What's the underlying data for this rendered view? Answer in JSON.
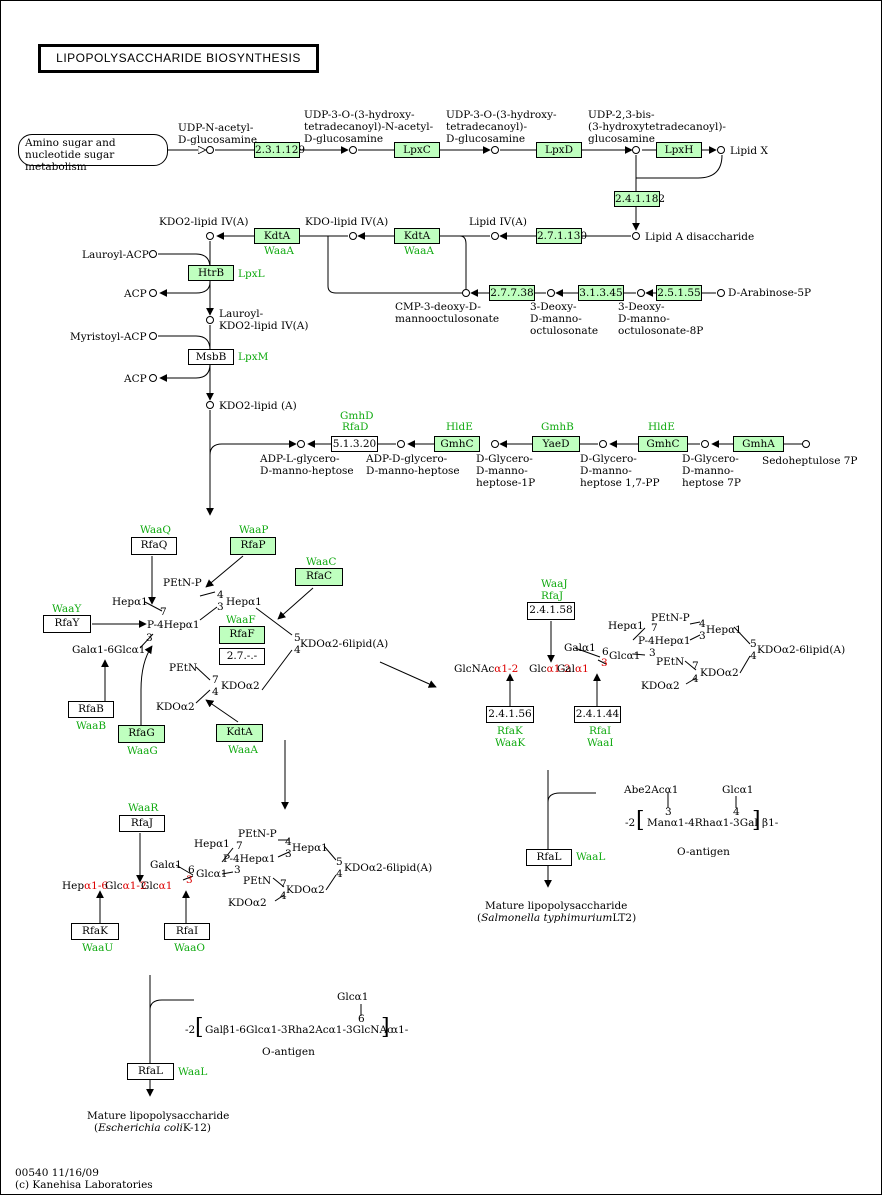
{
  "title": "LIPOPOLYSACCHARIDE  BIOSYNTHESIS",
  "link_map": {
    "line1": "Amino sugar and",
    "line2": "nucleotide sugar metabolism"
  },
  "compounds": {
    "udp_glcnac": [
      "UDP-N-acetyl-",
      "D-glucosamine"
    ],
    "udp_3o_acyl_glcnac": [
      "UDP-3-O-(3-hydroxy-",
      "tetradecanoyl)-N-acetyl-",
      "D-glucosamine"
    ],
    "udp_3o_acyl_glcn": [
      "UDP-3-O-(3-hydroxy-",
      "tetradecanoyl)-",
      "D-glucosamine"
    ],
    "udp_23_bis": [
      "UDP-2,3-bis-",
      "(3-hydroxytetradecanoyl)-",
      "glucosamine"
    ],
    "lipid_x": "Lipid X",
    "lipid_a_disaccharide": "Lipid A disaccharide",
    "lipid_iva": "Lipid IV(A)",
    "kdo_lipid_iva": "KDO-lipid IV(A)",
    "kdo2_lipid_iva": "KDO2-lipid IV(A)",
    "lauroyl_acp": "Lauroyl-ACP",
    "acp": "ACP",
    "lauroyl_kdo2": [
      "Lauroyl-",
      "KDO2-lipid IV(A)"
    ],
    "myristoyl_acp": "Myristoyl-ACP",
    "kdo2_lipid_a": "KDO2-lipid (A)",
    "cmp_kdo": [
      "CMP-3-deoxy-D-",
      "mannooctulosonate"
    ],
    "kdo": [
      "3-Deoxy-",
      "D-manno-",
      "octulosonate"
    ],
    "kdo_8p": [
      "3-Deoxy-",
      "D-manno-",
      "octulosonate-8P"
    ],
    "arabinose_5p": "D-Arabinose-5P",
    "adp_l_heptose": [
      "ADP-L-glycero-",
      "D-manno-heptose"
    ],
    "adp_d_heptose": [
      "ADP-D-glycero-",
      "D-manno-heptose"
    ],
    "heptose_1p": [
      "D-Glycero-",
      "D-manno-",
      "heptose-1P"
    ],
    "heptose_17pp": [
      "D-Glycero-",
      "D-manno-",
      "heptose 1,7-PP"
    ],
    "heptose_7p": [
      "D-Glycero-",
      "D-manno-",
      "heptose 7P"
    ],
    "sedoheptulose_7p": "Sedoheptulose 7P"
  },
  "enzymes": {
    "e_2_3_1_129": "2.3.1.129",
    "lpxc": "LpxC",
    "lpxd": "LpxD",
    "lpxh": "LpxH",
    "e_2_4_1_182": "2.4.1.182",
    "e_2_7_1_130": "2.7.1.130",
    "kdta1": "KdtA",
    "kdta2": "KdtA",
    "htrb": "HtrB",
    "msbb": "MsbB",
    "e_2_7_7_38": "2.7.7.38",
    "e_3_1_3_45": "3.1.3.45",
    "e_2_5_1_55": "2.5.1.55",
    "e_5_1_3_20": "5.1.3.20",
    "gmhc1": "GmhC",
    "yaed": "YaeD",
    "gmhc2": "GmhC",
    "gmha": "GmhA",
    "rfaq": "RfaQ",
    "rfap": "RfaP",
    "rfac": "RfaC",
    "rfay": "RfaY",
    "rfaf": "RfaF",
    "e_2_7_unk": "2.7.-.-",
    "rfab": "RfaB",
    "rfag": "RfaG",
    "kdta3": "KdtA",
    "e_2_4_1_58": "2.4.1.58",
    "e_2_4_1_56": "2.4.1.56",
    "e_2_4_1_44": "2.4.1.44",
    "rfal1": "RfaL",
    "rfaj": "RfaJ",
    "rfak": "RfaK",
    "rfai": "RfaI",
    "rfal2": "RfaL"
  },
  "gene_labels": {
    "waaa1": "WaaA",
    "waaa2": "WaaA",
    "lpxl": "LpxL",
    "lpxm": "LpxM",
    "gmhd": "GmhD",
    "rfad": "RfaD",
    "hlde1": "HldE",
    "gmhb": "GmhB",
    "hlde2": "HldE",
    "waaq": "WaaQ",
    "waap": "WaaP",
    "waac": "WaaC",
    "waay": "WaaY",
    "waaf": "WaaF",
    "waab": "WaaB",
    "waag": "WaaG",
    "waaa3": "WaaA",
    "waaj": "WaaJ",
    "rfaj_g": "RfaJ",
    "rfak_g": "RfaK",
    "waak": "WaaK",
    "rfai_g": "RfaI",
    "waai": "WaaI",
    "waal1": "WaaL",
    "waar": "WaaR",
    "waau": "WaaU",
    "waao": "WaaO",
    "waal2": "WaaL"
  },
  "core1": {
    "hepa1_top": "Hepα1",
    "pethn_p": "PEtN-P",
    "n4a": "4",
    "n3a": "3",
    "hepa1_r": "Hepα1",
    "n7": "7",
    "p4hep": "P-4Hepα1",
    "n3b": "3",
    "galglc": "Galα1-6Glcα1",
    "pethn": "PEtN",
    "n7b": "7",
    "n4b": "4",
    "kdoa2_a": "KDOα2",
    "kdoa2_b": "KDOα2",
    "n5": "5",
    "n4c": "4",
    "kdoa2_6lipid": "KDOα2-6lipid(A)"
  },
  "core2": {
    "glcnac": "GlcNAcα1-2",
    "glc": "Glcα1-2",
    "gala1": "Galα1",
    "gala1b": "Galα1",
    "n6": "6",
    "glca1": "Glcα1",
    "n3r": "3",
    "hepa1a": "Hepα1",
    "n7": "7",
    "pethn_p": "PEtN-P",
    "p4hep": "P-4Hepα1",
    "n4a": "4",
    "n3a": "3",
    "hepa1b": "Hepα1",
    "n3b": "3",
    "pethn": "PEtN",
    "n7b": "7",
    "kdoa2": "KDOα2",
    "n4b": "4",
    "kdo_b": "KDOα2",
    "n5": "5",
    "n4c": "4",
    "kdo_lipid": "KDOα2-6lipid(A)"
  },
  "core3": {
    "hep": "Hepα1-6",
    "glc": "Glcα1-2",
    "glc2": "Glcα1",
    "gala1": "Galα1",
    "n6": "6",
    "glca1": "Glcα1",
    "n3r": "3",
    "hepa1a": "Hepα1",
    "n7": "7",
    "pethn_p": "PEtN-P",
    "p4hep": "P-4Hepα1",
    "n4a": "4",
    "n3a": "3",
    "hepa1b": "Hepα1",
    "n3b": "3",
    "pethn": "PEtN",
    "n7b": "7",
    "kdoa2": "KDOα2",
    "n4b": "4",
    "kdo_b": "KDOα2",
    "n5": "5",
    "n4c": "4",
    "kdo_lipid": "KDOα2-6lipid(A)"
  },
  "oantigen1": {
    "abe": "Abe2Acα1",
    "n3": "3",
    "glca1": "Glcα1",
    "n4": "4",
    "chain_pre": "-2",
    "chain": "Manα1-4Rhaα1-3Gal",
    "chain_post": "β1-",
    "label": "O-antigen"
  },
  "oantigen2": {
    "glca1": "Glcα1",
    "n6": "6",
    "chain_pre": "-2",
    "chain": "Galβ1-6Glcα1-3Rha2Acα1-3GlcNAc",
    "chain_post": "α1-",
    "label": "O-antigen"
  },
  "products": {
    "mature1_line1": "Mature lipopolysaccharide",
    "mature1_species": "Salmonella typhimurium",
    "mature1_strain": "LT2)",
    "mature2_line1": "Mature lipopolysaccharide",
    "mature2_species": "Escherichia coli",
    "mature2_strain": "K-12)"
  },
  "footer": {
    "map_id": "00540 11/16/09",
    "copyright": "(c) Kanehisa Laboratories"
  },
  "colors": {
    "enzyme_fill": "#bfffbf",
    "gene_text": "#11aa11",
    "linkage_red": "#dd0000"
  }
}
